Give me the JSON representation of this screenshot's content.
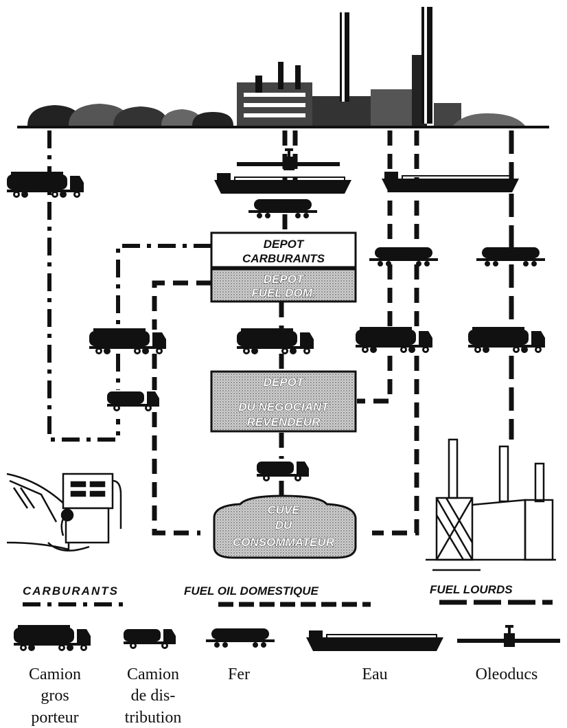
{
  "boxes": {
    "depot_carburants": [
      "DEPOT",
      "CARBURANTS"
    ],
    "depot_fuel_dom": [
      "DEPOT",
      "FUEL DOM."
    ],
    "depot_negociant": [
      "DEPOT",
      "DU NEGOCIANT",
      "REVENDEUR"
    ],
    "cuve": [
      "CUVE",
      "DU",
      "CONSOMMATEUR"
    ]
  },
  "legend": {
    "carburants": "CARBURANTS",
    "fuel_oil_domestique": "FUEL OIL DOMESTIQUE",
    "fuel_lourds": "FUEL  LOURDS"
  },
  "vehicles": {
    "camion_gros_porteur": [
      "Camion",
      "gros",
      "porteur"
    ],
    "camion_distribution": [
      "Camion",
      "de dis-",
      "tribution"
    ],
    "fer": "Fer",
    "eau": "Eau",
    "oleoducs": "Oleoducs"
  }
}
